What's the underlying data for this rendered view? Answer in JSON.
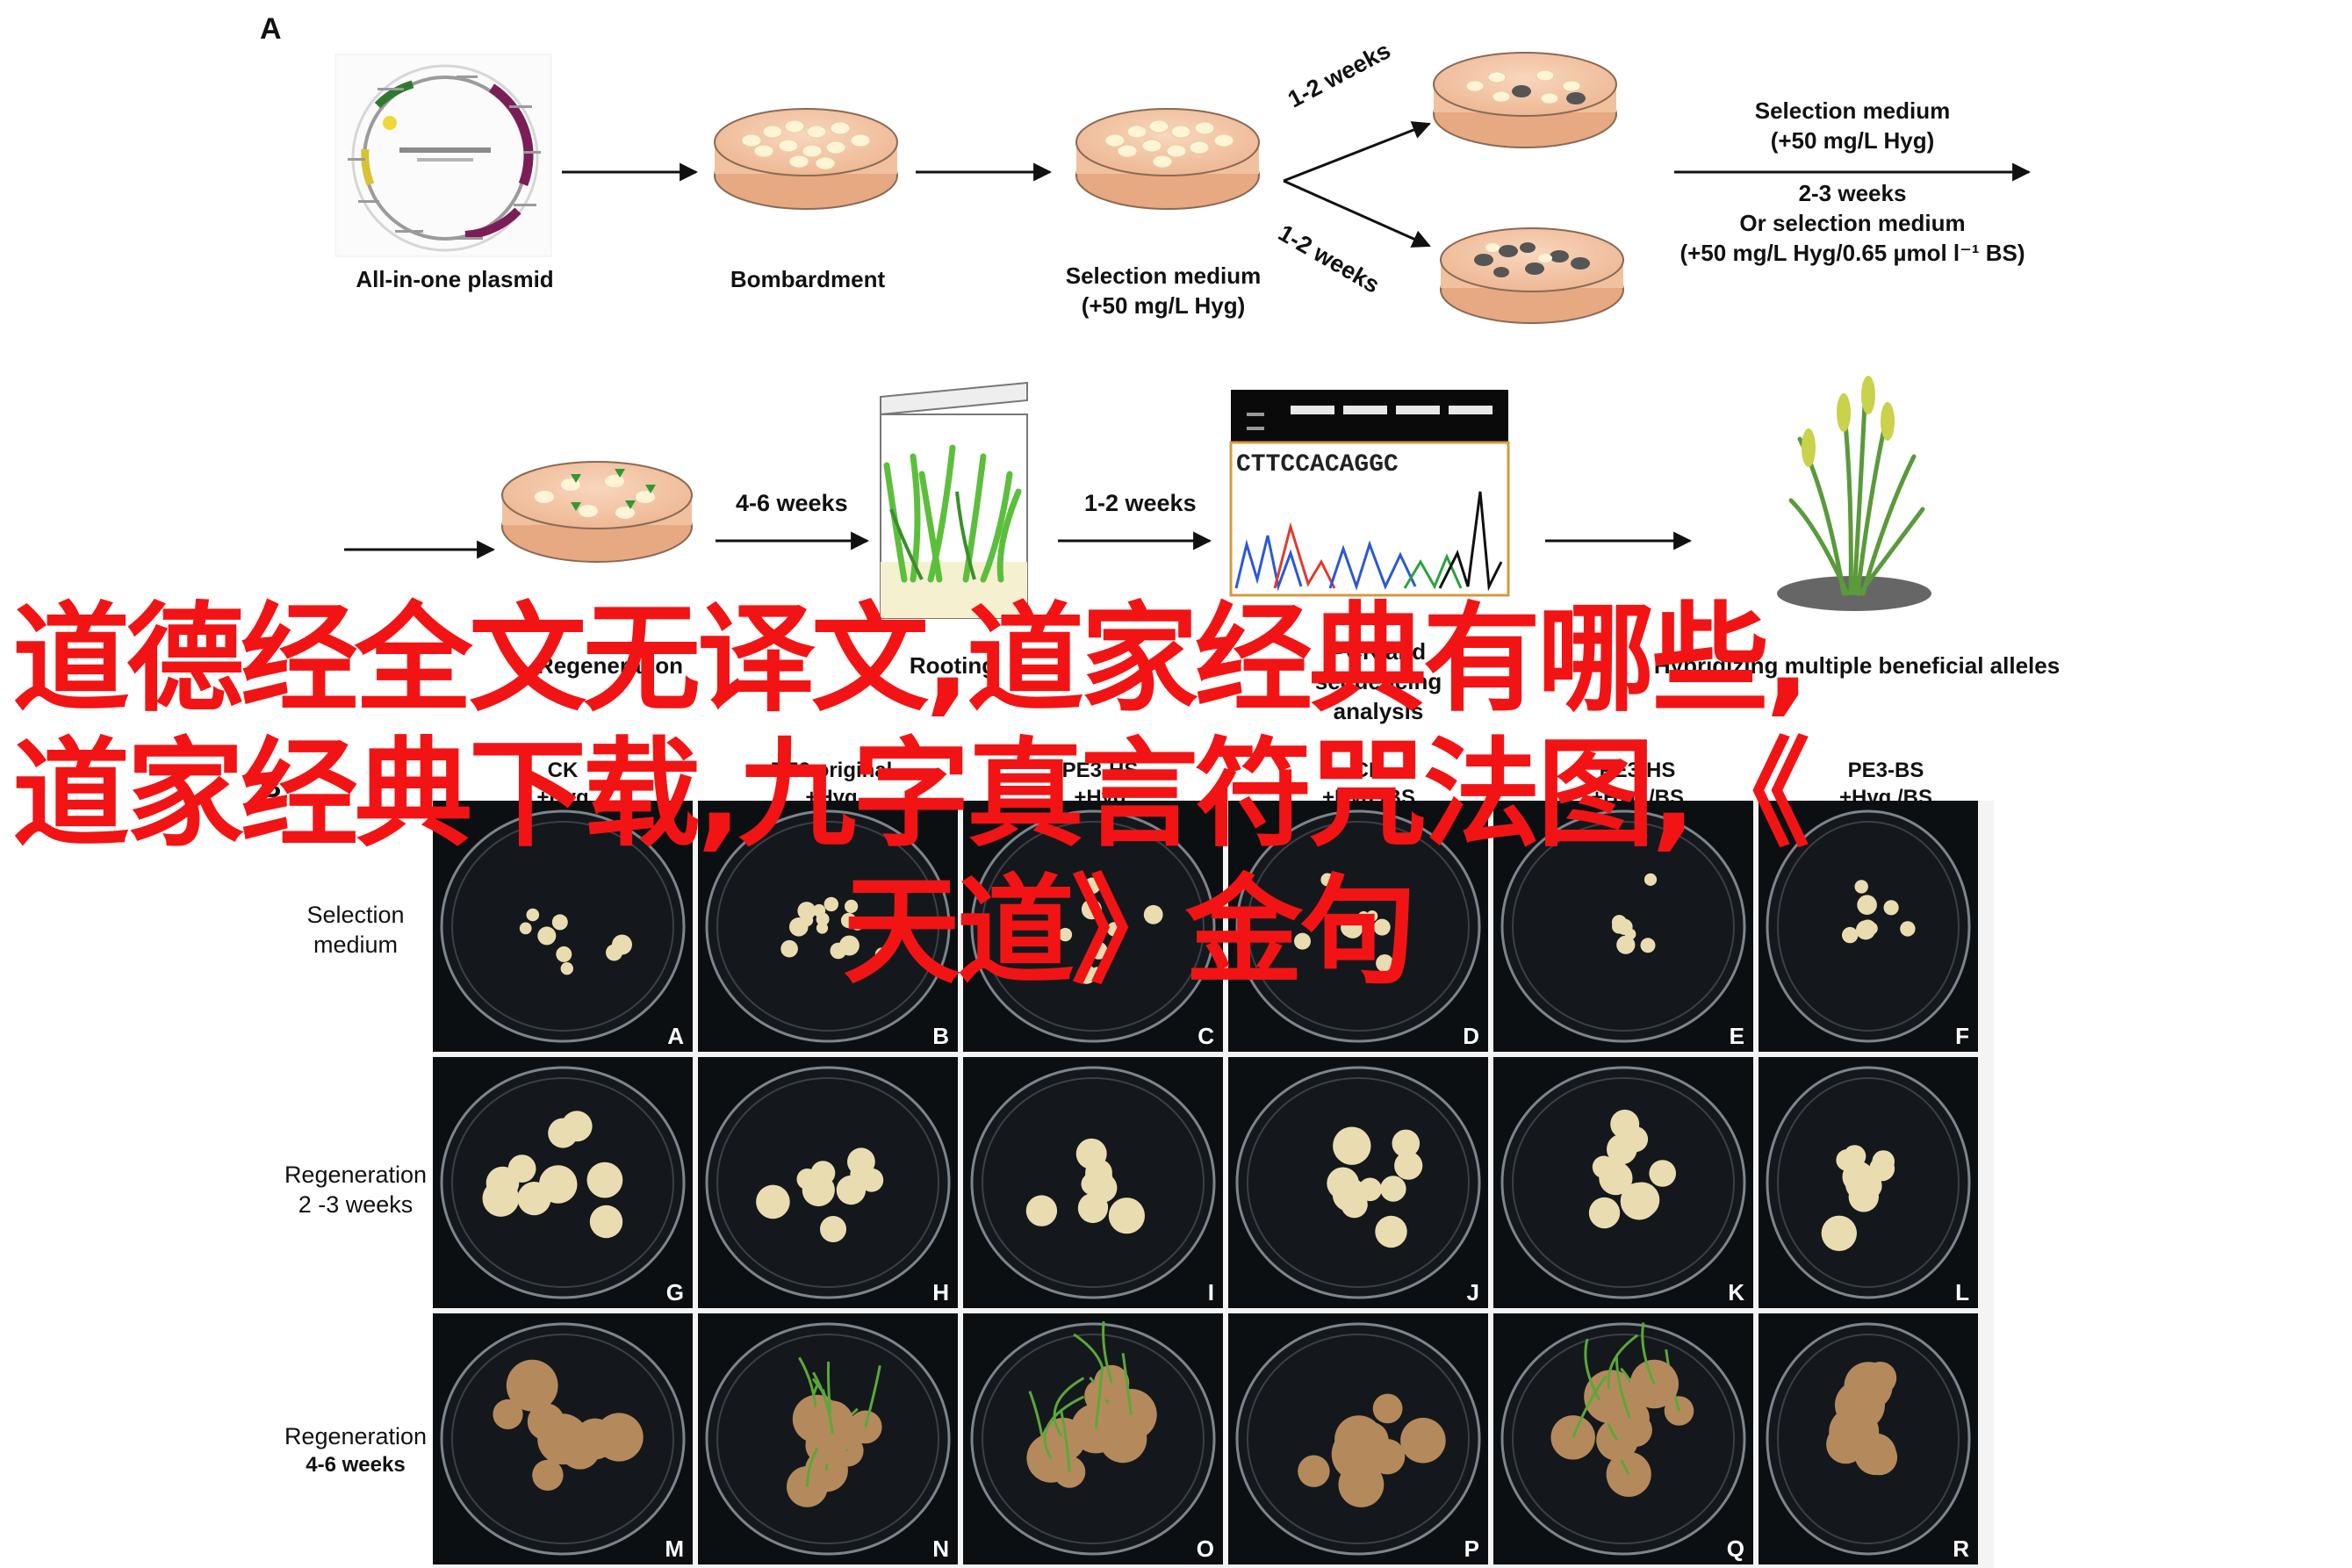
{
  "panel_a": {
    "letter": "A",
    "plasmid_label": "All-in-one plasmid",
    "bombardment_label": "Bombardment",
    "selection_label_line1": "Selection  medium",
    "selection_label_line2": "(+50 mg/L Hyg)",
    "branch_top_label": "1-2 weeks",
    "branch_bottom_label": "1-2 weeks",
    "right_top_line1": "Selection  medium",
    "right_top_line2": "(+50 mg/L Hyg)",
    "right_bottom_line1": "2-3 weeks",
    "right_bottom_line2": "Or selection  medium",
    "right_bottom_line3": "(+50 mg/L Hyg/0.65 µmol l⁻¹ BS)",
    "step_4_6_weeks": "4-6 weeks",
    "step_1_2_weeks": "1-2 weeks",
    "sequence_text": "CTTCCACAGGC",
    "regeneration_label": "Regeneration",
    "rooting_label": "Rooting",
    "pcr_label": "PCR and sequencing analysis",
    "hybridizing_label": "Hybridizing multiple beneficial alleles"
  },
  "panel_b": {
    "letter": "B",
    "columns": [
      {
        "line1": "CK",
        "line2": "+Hyg"
      },
      {
        "line1": "PE2 original",
        "line2": "+Hyg"
      },
      {
        "line1": "PE3-HS",
        "line2": "+Hyg"
      },
      {
        "line1": "CK",
        "line2": "+Hyg /BS"
      },
      {
        "line1": "PE3-HS",
        "line2": "+Hyg /BS"
      },
      {
        "line1": "PE3-BS",
        "line2": "+Hyg /BS"
      }
    ],
    "rows": [
      {
        "line1": "Selection",
        "line2": "medium"
      },
      {
        "line1": "Regeneration",
        "line2": "2 -3 weeks"
      },
      {
        "line1": "Regeneration",
        "line2": "4-6 weeks"
      }
    ],
    "cell_letters": [
      "A",
      "B",
      "C",
      "D",
      "E",
      "F",
      "G",
      "H",
      "I",
      "J",
      "K",
      "L",
      "M",
      "N",
      "O",
      "P",
      "Q",
      "R"
    ]
  },
  "overlay_text": {
    "line1": "道德经全文无译文,道家经典有哪些,",
    "line2": "道家经典下载,九字真言符咒法图,《",
    "line3": "天道》金句"
  },
  "colors": {
    "overlay_red": "#f21414",
    "dish_fill": "#f3c7a6",
    "dish_rim": "#c09072",
    "callus": "#efe3b8",
    "plant_green": "#4caf3c",
    "cell_bg": "#0c0f12"
  }
}
